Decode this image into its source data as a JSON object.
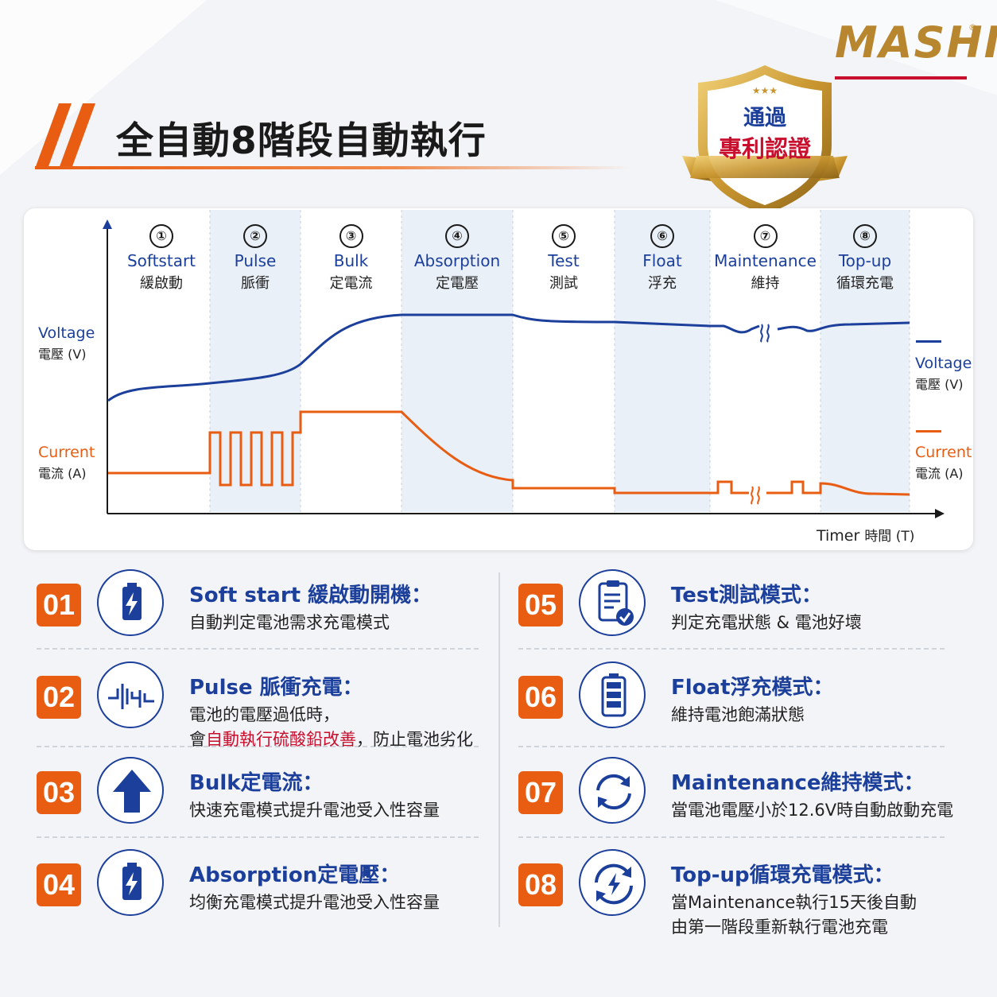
{
  "brand": {
    "logo_text": "MASHIN",
    "reg_mark": "®"
  },
  "title": "全自動8階段自動執行",
  "badge": {
    "line1": "通過",
    "line2": "專利認證"
  },
  "colors": {
    "accent": "#e85d12",
    "blue": "#1b3f9a",
    "red": "#c8102e",
    "gold": "#b8862e"
  },
  "chart_data": {
    "type": "line",
    "stages": [
      {
        "num": "①",
        "en": "Softstart",
        "zh": "緩啟動"
      },
      {
        "num": "②",
        "en": "Pulse",
        "zh": "脈衝"
      },
      {
        "num": "③",
        "en": "Bulk",
        "zh": "定電流"
      },
      {
        "num": "④",
        "en": "Absorption",
        "zh": "定電壓"
      },
      {
        "num": "⑤",
        "en": "Test",
        "zh": "測試"
      },
      {
        "num": "⑥",
        "en": "Float",
        "zh": "浮充"
      },
      {
        "num": "⑦",
        "en": "Maintenance",
        "zh": "維持"
      },
      {
        "num": "⑧",
        "en": "Top-up",
        "zh": "循環充電"
      }
    ],
    "series": [
      {
        "name": "Voltage",
        "zh": "電壓 (V)"
      },
      {
        "name": "Current",
        "zh": "電流 (A)"
      }
    ],
    "ylabels": {
      "voltage": {
        "en": "Voltage",
        "zh": "電壓 (V)"
      },
      "current": {
        "en": "Current",
        "zh": "電流 (A)"
      }
    },
    "xlabel": {
      "en": "Timer",
      "zh": "時間 (T)"
    }
  },
  "features": [
    {
      "num": "01",
      "icon": "battery-bolt-icon",
      "title": "Soft start 緩啟動開機：",
      "desc1": "自動判定電池需求充電模式"
    },
    {
      "num": "02",
      "icon": "pulse-wave-icon",
      "title": "Pulse 脈衝充電：",
      "desc1": "電池的電壓過低時，",
      "desc2a": "會",
      "desc2b": "自動執行硫酸鉛改善",
      "desc2c": "，防止電池劣化"
    },
    {
      "num": "03",
      "icon": "arrow-up-icon",
      "title": "Bulk定電流：",
      "desc1": "快速充電模式提升電池受入性容量"
    },
    {
      "num": "04",
      "icon": "battery-bolt-icon",
      "title": "Absorption定電壓：",
      "desc1": "均衡充電模式提升電池受入性容量"
    },
    {
      "num": "05",
      "icon": "clipboard-check-icon",
      "title": "Test測試模式：",
      "desc1": "判定充電狀態 & 電池好壞"
    },
    {
      "num": "06",
      "icon": "battery-full-icon",
      "title": "Float浮充模式：",
      "desc1": "維持電池飽滿狀態"
    },
    {
      "num": "07",
      "icon": "refresh-icon",
      "title": "Maintenance維持模式：",
      "desc1": "當電池電壓小於12.6V時自動啟動充電"
    },
    {
      "num": "08",
      "icon": "refresh-bolt-icon",
      "title": "Top-up循環充電模式：",
      "desc1": "當Maintenance執行15天後自動",
      "desc2": "由第一階段重新執行電池充電"
    }
  ]
}
